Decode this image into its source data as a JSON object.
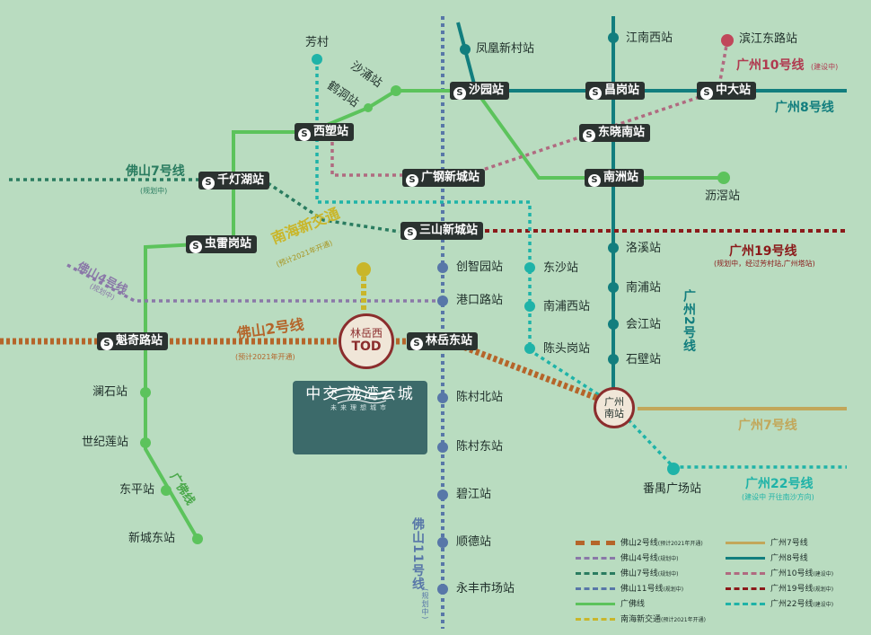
{
  "stations": {
    "fangcun": "芳村",
    "shachong": "沙涌站",
    "hedong": "鹤洞站",
    "fenghuang": "凤凰新村站",
    "jiangnanxi": "江南西站",
    "binjiangdong": "滨江东路站",
    "shayuan": "沙园站",
    "changgang": "昌岗站",
    "zhongda": "中大站",
    "xisu": "西塑站",
    "dongxiaonan": "东晓南站",
    "guanggangxincheng": "广钢新城站",
    "nanzhou": "南洲站",
    "lijiao": "沥滘站",
    "qiandenghu": "千灯湖站",
    "sanshanxincheng": "三山新城站",
    "luoxi": "洛溪站",
    "chongleigang": "虫雷岗站",
    "chuangzhiyuan": "创智园站",
    "dongsha": "东沙站",
    "nanpu": "南浦站",
    "gangkoulu": "港口路站",
    "nanpuxi": "南浦西站",
    "huijiang": "会江站",
    "kuiqilu": "魁奇路站",
    "linyuedong": "林岳东站",
    "chentougang": "陈头岗站",
    "shibi": "石壁站",
    "lanshi": "澜石站",
    "chencunbei": "陈村北站",
    "shijilian": "世纪莲站",
    "chencundong": "陈村东站",
    "dongping": "东平站",
    "bijiang": "碧江站",
    "xinchengdong": "新城东站",
    "shunde": "顺德站",
    "yongfeng": "永丰市场站",
    "panyu": "番禺广场站"
  },
  "tod": {
    "line1": "林岳西",
    "line2": "TOD"
  },
  "gzsouth": {
    "line1": "广州",
    "line2": "南站"
  },
  "lines": {
    "fs7": {
      "name": "佛山7号线",
      "note": "(规划中)"
    },
    "nanhai": {
      "name": "南海新交通",
      "note": "(预计2021年开通)"
    },
    "fs4": {
      "name": "佛山4号线",
      "note": "(规划中)"
    },
    "fs2": {
      "name": "佛山2号线",
      "note": "(预计2021年开通)"
    },
    "gf": {
      "name": "广佛线"
    },
    "fs11": {
      "name": "佛山11号线",
      "note": "(规划中)"
    },
    "gz10": {
      "name": "广州10号线",
      "note": "(建设中)"
    },
    "gz8": {
      "name": "广州8号线"
    },
    "gz19": {
      "name": "广州19号线",
      "note": "(规划中，经过芳村站,广州塔站)"
    },
    "gz2": {
      "name": "广州2号线"
    },
    "gz7": {
      "name": "广州7号线"
    },
    "gz22": {
      "name": "广州22号线",
      "note": "(建设中 开往南沙方向)"
    }
  },
  "logo": {
    "main": "中交 泷湾云城",
    "sub": "未来理想城市"
  },
  "legend": [
    {
      "label": "佛山2号线",
      "note": "(预计2021年开通)",
      "color": "#b5652a",
      "style": "dashed-thick"
    },
    {
      "label": "佛山4号线",
      "note": "(规划中)",
      "color": "#8a78a8",
      "style": "dashed"
    },
    {
      "label": "佛山7号线",
      "note": "(规划中)",
      "color": "#2a7c60",
      "style": "dashed"
    },
    {
      "label": "佛山11号线",
      "note": "(规划中)",
      "color": "#5877a8",
      "style": "dashed"
    },
    {
      "label": "广佛线",
      "note": "",
      "color": "#5cc35c",
      "style": "solid"
    },
    {
      "label": "南海新交通",
      "note": "(预计2021年开通)",
      "color": "#c9b62a",
      "style": "dashed"
    },
    {
      "label": "广州7号线",
      "note": "",
      "color": "#c2a75a",
      "style": "solid"
    },
    {
      "label": "广州8号线",
      "note": "",
      "color": "#127e7e",
      "style": "solid"
    },
    {
      "label": "广州10号线",
      "note": "(建设中)",
      "color": "#b06a80",
      "style": "dashed"
    },
    {
      "label": "广州19号线",
      "note": "(规划中)",
      "color": "#8b1a1a",
      "style": "dashed"
    },
    {
      "label": "广州22号线",
      "note": "(建设中)",
      "color": "#1fb3a8",
      "style": "dashed"
    }
  ]
}
